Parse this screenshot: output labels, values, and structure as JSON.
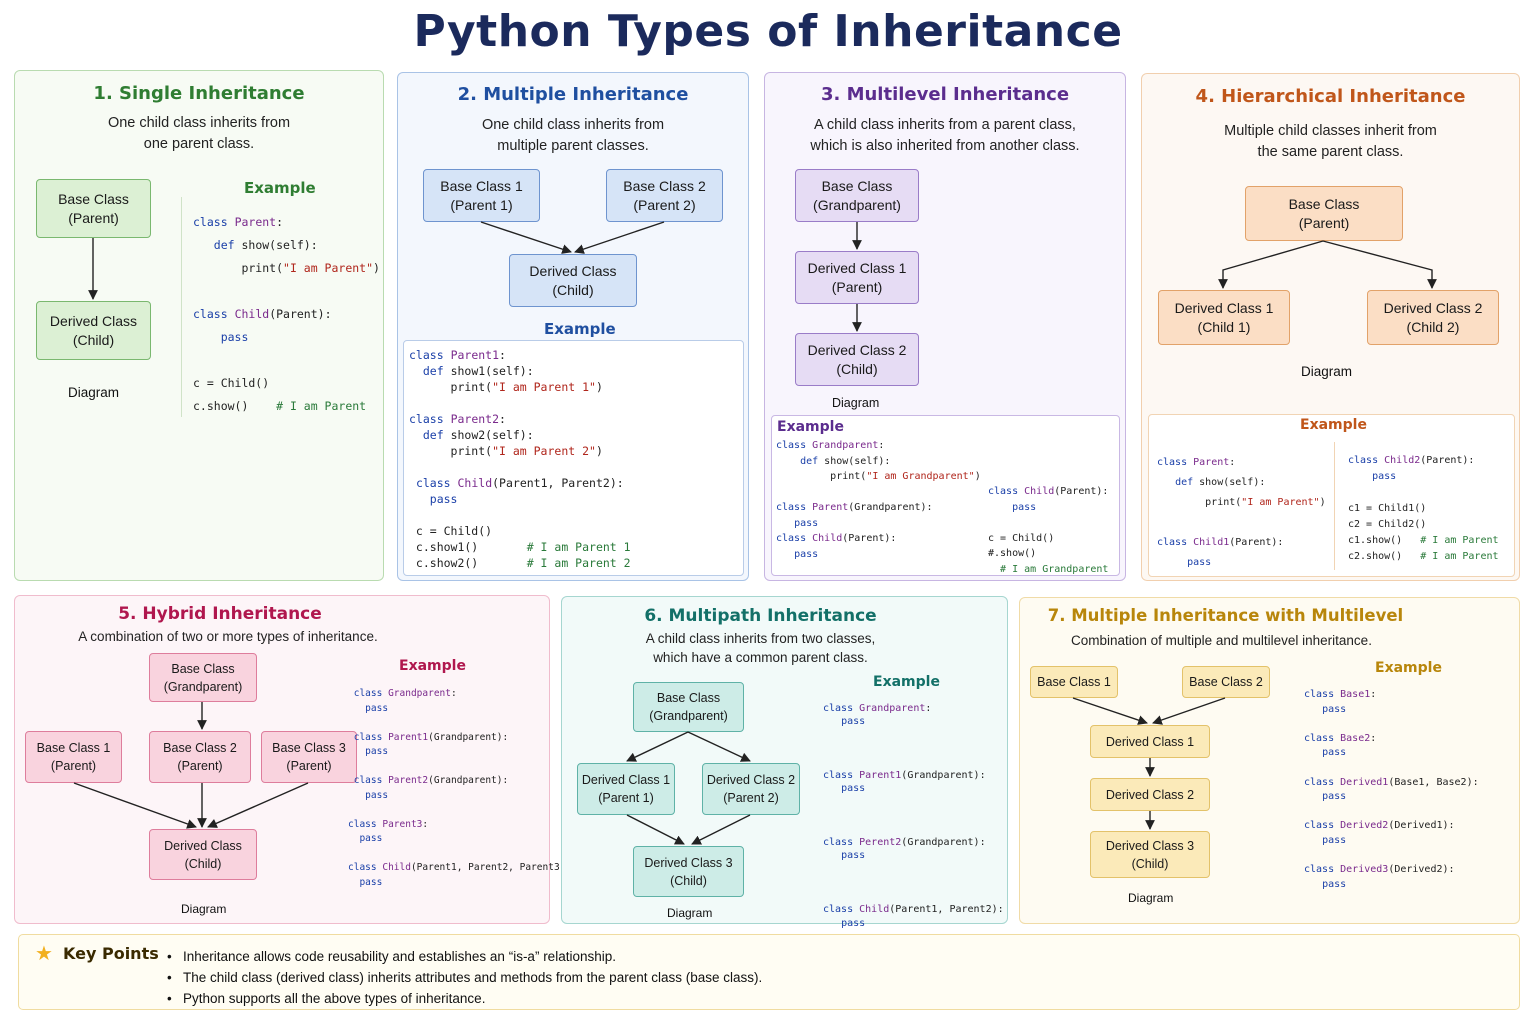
{
  "title": "Python Types of Inheritance",
  "example_label": "Example",
  "diagram_label": "Diagram",
  "p1": {
    "title": "1. Single Inheritance",
    "desc": "One child class inherits from\none parent class.",
    "nodes": [
      "Base Class\n(Parent)",
      "Derived Class\n(Child)"
    ]
  },
  "p2": {
    "title": "2. Multiple Inheritance",
    "desc": "One child class inherits from\nmultiple parent classes.",
    "nodes": [
      "Base Class 1\n(Parent 1)",
      "Base Class 2\n(Parent 2)",
      "Derived Class\n(Child)"
    ]
  },
  "p3": {
    "title": "3. Multilevel Inheritance",
    "desc": "A child class inherits from a parent class,\nwhich is also inherited from another class.",
    "nodes": [
      "Base Class\n(Grandparent)",
      "Derived Class 1\n(Parent)",
      "Derived Class 2\n(Child)"
    ]
  },
  "p4": {
    "title": "4. Hierarchical Inheritance",
    "desc": "Multiple child classes inherit from\nthe same parent class.",
    "nodes": [
      "Base Class\n(Parent)",
      "Derived Class 1\n(Child 1)",
      "Derived Class 2\n(Child 2)"
    ]
  },
  "p5": {
    "title": "5. Hybrid Inheritance",
    "desc": "A combination of two or more types of inheritance.",
    "nodes": [
      "Base Class\n(Grandparent)",
      "Base Class 1\n(Parent)",
      "Base Class 2\n(Parent)",
      "Base Class 3\n(Parent)",
      "Derived Class\n(Child)"
    ]
  },
  "p6": {
    "title": "6. Multipath Inheritance",
    "desc": "A child class inherits from two classes,\nwhich have a common parent class.",
    "nodes": [
      "Base Class\n(Grandparent)",
      "Derived Class 1\n(Parent 1)",
      "Derived Class 2\n(Parent 2)",
      "Derived Class 3\n(Child)"
    ]
  },
  "p7": {
    "title": "7. Multiple Inheritance with Multilevel",
    "desc": "Combination of multiple and multilevel inheritance.",
    "nodes": [
      "Base Class 1",
      "Base Class 2",
      "Derived Class 1",
      "Derived Class 2",
      "Derived Class 3\n(Child)"
    ]
  },
  "key_points": {
    "heading": "Key Points",
    "items": [
      "Inheritance allows code reusability and establishes an “is-a” relationship.",
      "The child class (derived class) inherits attributes and methods from the parent class (base class).",
      "Python supports all the above types of inheritance."
    ]
  },
  "colors": {
    "green": "#2f7d32",
    "blue": "#1f4fa0",
    "purple": "#5b2d8e",
    "orange": "#c0561a",
    "pink": "#b0174e",
    "teal": "#137068",
    "gold": "#b8860b",
    "navy": "#1b2a5c"
  }
}
